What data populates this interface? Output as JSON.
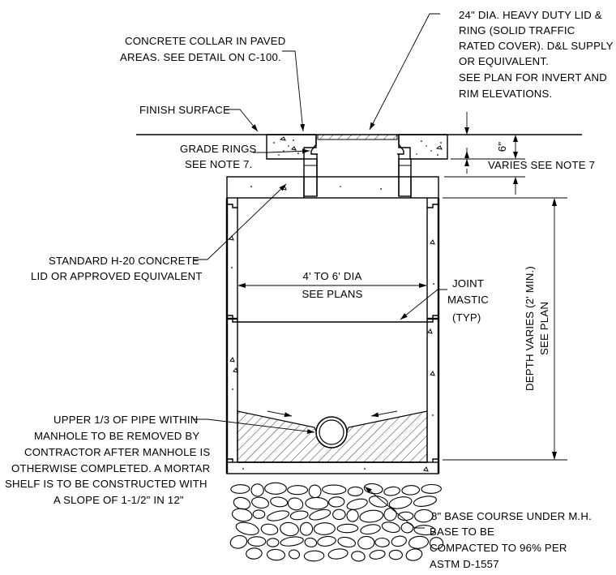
{
  "labels": {
    "lid": [
      "24\" DIA. HEAVY DUTY LID &",
      "RING (SOLID TRAFFIC",
      "RATED COVER). D&L SUPPLY",
      "OR EQUIVALENT.",
      "SEE PLAN FOR INVERT AND",
      "RIM ELEVATIONS."
    ],
    "collar": [
      "CONCRETE COLLAR IN PAVED",
      "AREAS. SEE DETAIL ON C-100."
    ],
    "finish_surface": "FINISH SURFACE",
    "grade_rings": [
      "GRADE RINGS",
      "SEE NOTE 7."
    ],
    "six_inch": "6\"",
    "varies_note": "VARIES SEE NOTE 7",
    "standard_lid": [
      "STANDARD H-20 CONCRETE",
      "LID OR APPROVED EQUIVALENT"
    ],
    "diameter": [
      "4' TO 6' DIA",
      "SEE PLANS"
    ],
    "joint": [
      "JOINT",
      "MASTIC",
      "(TYP)"
    ],
    "depth": [
      "DEPTH VARIES (2' MIN.)",
      "SEE PLAN"
    ],
    "pipe_note": [
      "UPPER 1/3 OF PIPE WITHIN",
      "MANHOLE TO BE REMOVED BY",
      "CONTRACTOR AFTER MANHOLE IS",
      "OTHERWISE COMPLETED. A MORTAR",
      "SHELF IS TO BE CONSTRUCTED WITH",
      "A SLOPE OF 1-1/2\" IN 12\""
    ],
    "base_course": [
      "8\" BASE COURSE UNDER M.H.",
      "BASE TO BE",
      "COMPACTED TO 96% PER",
      "ASTM D-1557"
    ]
  }
}
